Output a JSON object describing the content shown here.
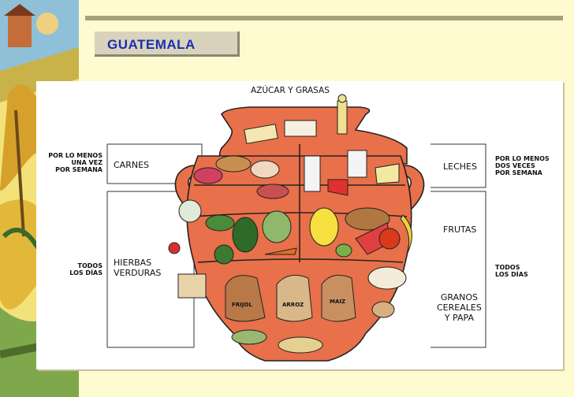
{
  "slide": {
    "title": "GUATEMALA"
  },
  "diagram": {
    "top_label": "AZÚCAR Y GRASAS",
    "left_labels": {
      "freq_weekly": [
        "POR LO MENOS",
        "UNA VEZ",
        "POR SEMANA"
      ],
      "carnes": "CARNES",
      "freq_daily": [
        "TODOS",
        "LOS DÍAS"
      ],
      "hierbas": [
        "HIERBAS",
        "VERDURAS"
      ]
    },
    "right_labels": {
      "leches": "LECHES",
      "freq_twice": [
        "POR LO MENOS",
        "DOS VECES",
        "POR SEMANA"
      ],
      "frutas": "FRUTAS",
      "freq_daily": [
        "TODOS",
        "LOS DÍAS"
      ],
      "granos": [
        "GRANOS",
        "CEREALES",
        "Y PAPA"
      ]
    },
    "sack_labels": [
      "FRIJOL",
      "ARROZ",
      "MAIZ"
    ],
    "colors": {
      "pot": "#e8704a",
      "pot_outline": "#222222",
      "background": "#fffbd0",
      "title": "#1a2fb0"
    }
  }
}
